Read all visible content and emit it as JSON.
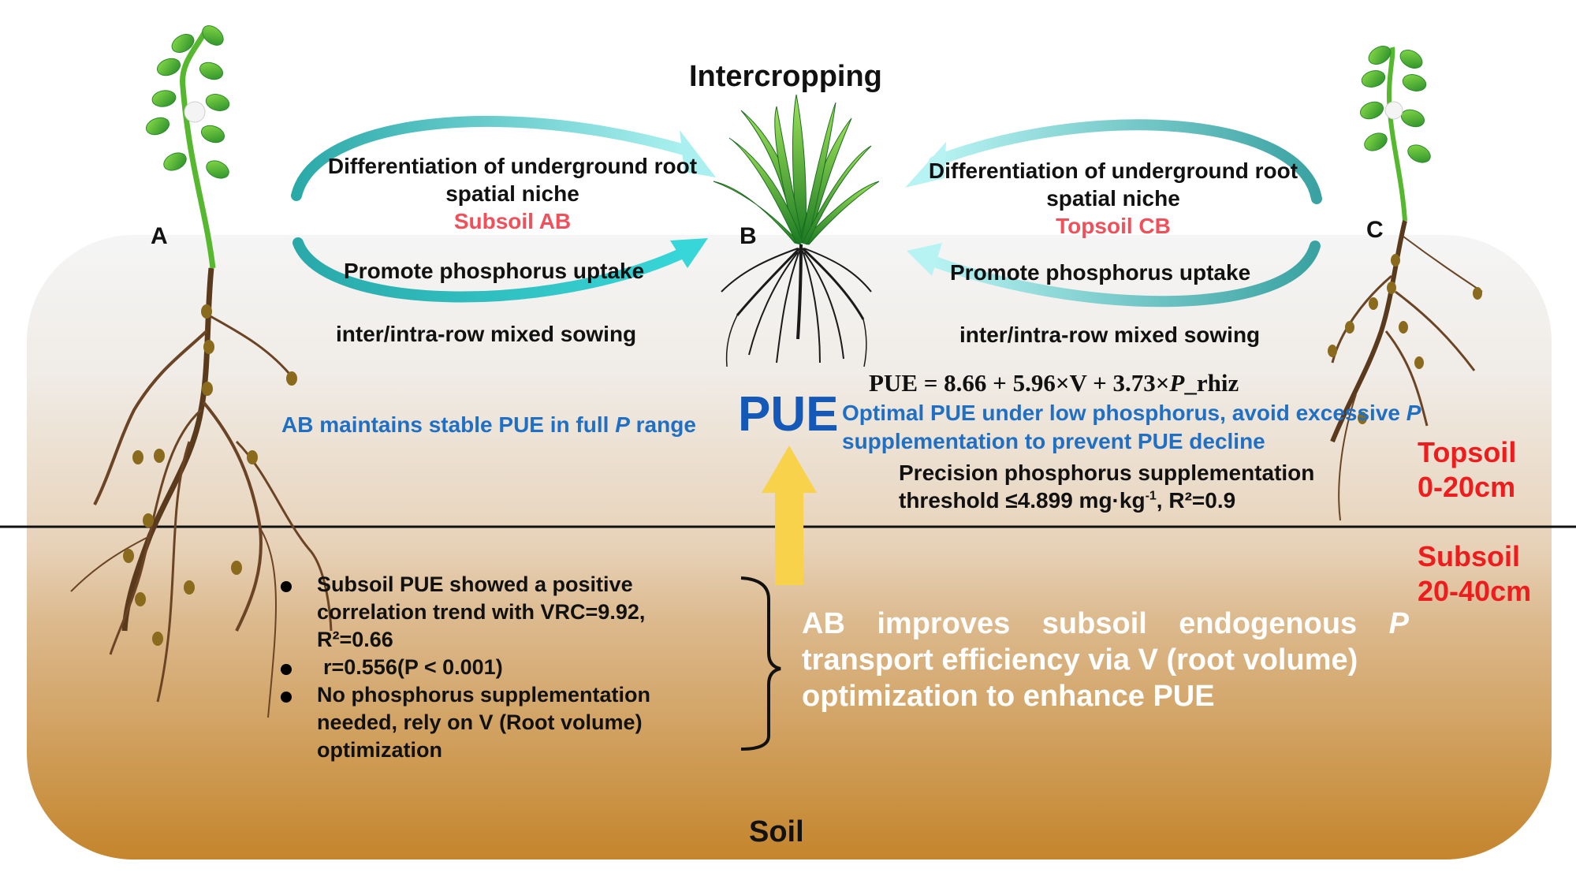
{
  "title": "Intercropping",
  "labels": {
    "a": "A",
    "b": "B",
    "c": "C"
  },
  "left_cycle": {
    "line1": "Differentiation of underground root",
    "line2": "spatial niche",
    "highlight": "Subsoil AB",
    "bottom": "Promote phosphorus uptake",
    "sowing": "inter/intra-row mixed sowing"
  },
  "right_cycle": {
    "line1": "Differentiation of underground root",
    "line2": "spatial niche",
    "highlight": "Topsoil CB",
    "bottom": "Promote phosphorus uptake",
    "sowing": "inter/intra-row mixed sowing"
  },
  "equation": {
    "lhs": "PUE = 8.66 + 5.96×V + 3.73×",
    "p": "P",
    "rhs": "_rhiz"
  },
  "pue_label": "PUE",
  "left_note": {
    "pre": "AB maintains stable PUE in full ",
    "p": "P",
    "post": " range"
  },
  "right_note": {
    "line1_pre": "Optimal PUE under low phosphorus, avoid excessive ",
    "line1_p": "P",
    "line2": "supplementation to prevent PUE decline"
  },
  "threshold": {
    "line1": "Precision phosphorus supplementation",
    "line2_pre": "threshold ≤4.899 mg·kg",
    "line2_sup": "-1",
    "line2_post": ", R²=0.9"
  },
  "layers": {
    "topsoil_name": "Topsoil",
    "topsoil_depth": "0-20cm",
    "subsoil_name": "Subsoil",
    "subsoil_depth": "20-40cm"
  },
  "bullets": [
    "Subsoil PUE showed a positive correlation trend with VRC=9.92, R²=0.66",
    "r=0.556(P < 0.001)",
    "No phosphorus supplementation needed, rely on V (Root volume) optimization"
  ],
  "subsoil_conclusion": {
    "line1_pre": "AB improves subsoil endogenous ",
    "line1_p": "P",
    "line2": "transport efficiency via V (root volume)",
    "line3": "optimization to enhance PUE"
  },
  "soil_label": "Soil",
  "colors": {
    "arrow_teal": "#2aa9a9",
    "arrow_light": "#9fe8ea",
    "pue_blue": "#1f6fc4",
    "highlight_pink": "#f0505a",
    "depth_red": "#ee1c1c",
    "up_arrow": "#f7d24a",
    "soil_dark": "#c4872b",
    "soil_light": "#efe6db"
  }
}
